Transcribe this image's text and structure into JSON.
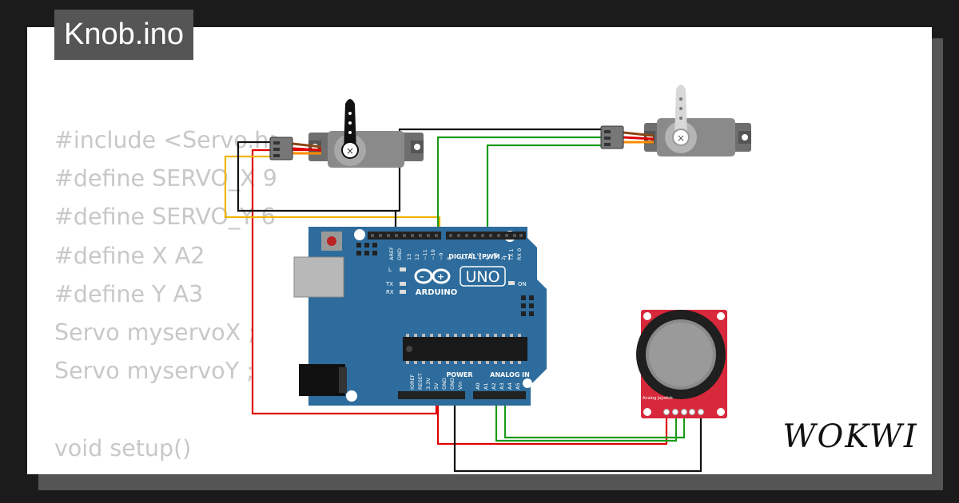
{
  "badge": {
    "title": "Knob.ino"
  },
  "code_lines": [
    "#include <Servo.h>",
    "#define SERVO_X 9",
    "#define SERVO_Y 6",
    "#define X A2",
    "#define Y A3",
    "Servo myservoX ;",
    "Servo myservoY ;",
    "",
    "void setup()",
    "{"
  ],
  "brand": {
    "logo": "WOKWI"
  },
  "board": {
    "name": "ARDUINO",
    "model": "UNO",
    "digital_header": "DIGITAL (PWM ~)",
    "power_header": "POWER",
    "analog_header": "ANALOG IN",
    "aref": "AREF",
    "gnd": "GND",
    "on": "ON",
    "l": "L",
    "tx": "TX",
    "rx": "RX",
    "digital_pins": [
      "13",
      "12",
      "~11",
      "~10",
      "~9",
      "8",
      "7",
      "~6",
      "~5",
      "4",
      "~3",
      "2",
      "TX 1",
      "RX 0"
    ],
    "power_pins": [
      "IOREF",
      "RESET",
      "3.3V",
      "5V",
      "GND",
      "GND",
      "Vin"
    ],
    "analog_pins": [
      "A0",
      "A1",
      "A2",
      "A3",
      "A4",
      "A5"
    ]
  },
  "joystick": {
    "label": "Analog Joystick"
  },
  "colors": {
    "wire_red": "#e00000",
    "wire_green": "#1a9a1a",
    "wire_black": "#111111",
    "wire_yellow": "#f0b400",
    "board_blue": "#2d6c9c",
    "joystick_red": "#d8283b"
  }
}
